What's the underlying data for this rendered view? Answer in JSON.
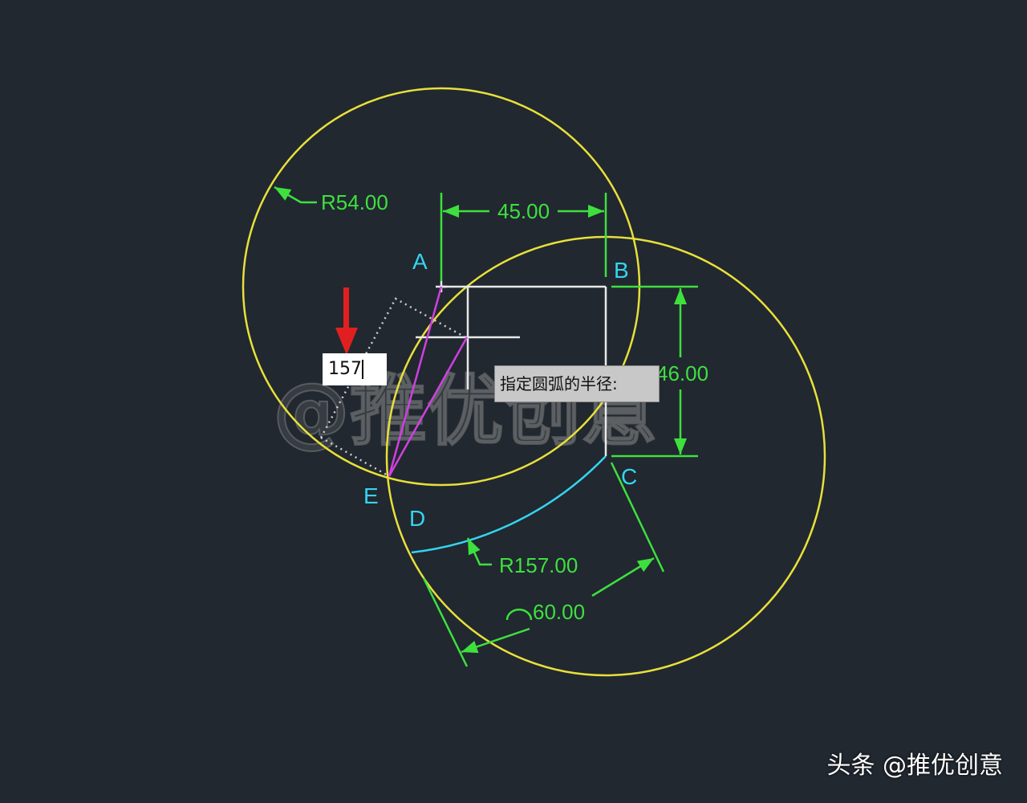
{
  "drawing": {
    "dimensions": {
      "radius_small": "R54.00",
      "width": "45.00",
      "height": "46.00",
      "radius_arc": "R157.00",
      "arc_length": "60.00"
    },
    "points": {
      "a": "A",
      "b": "B",
      "c": "C",
      "d": "D",
      "e": "E"
    },
    "colors": {
      "background": "#212830",
      "circles": "#e8e03a",
      "dimensions": "#3ee03e",
      "arc": "#35d4f0",
      "guides": "#d040e0",
      "geometry": "#e8e8e8",
      "arrow": "#e02020"
    }
  },
  "command_input": {
    "value": "157"
  },
  "prompt_tooltip": {
    "text": "指定圆弧的半径:"
  },
  "watermark": {
    "text": "@推优创意"
  },
  "credit": {
    "text": "头条 @推优创意"
  }
}
